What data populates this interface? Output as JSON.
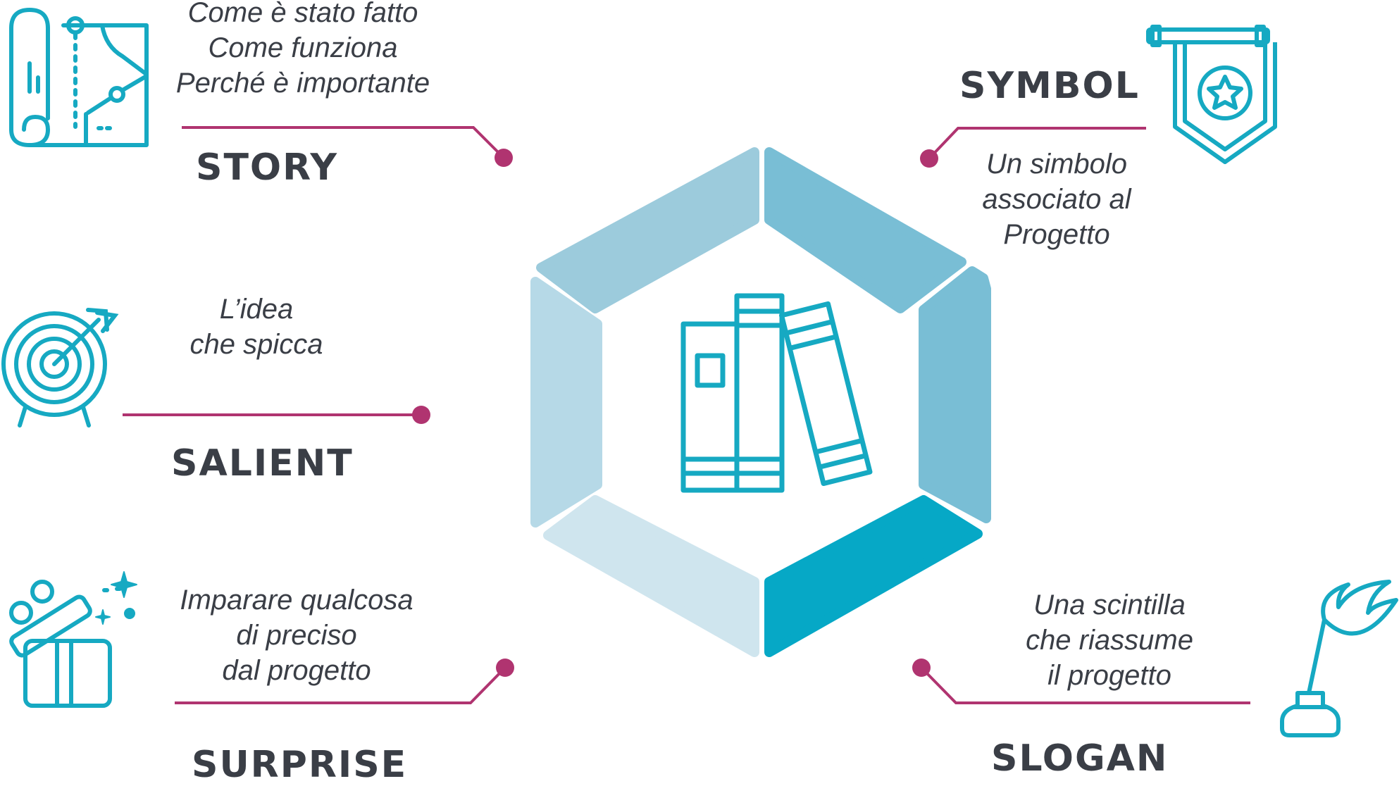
{
  "colors": {
    "icon": "#16a9c2",
    "connector": "#b03470",
    "text": "#3a3e46",
    "segment_top_left": "#9ccbdc",
    "segment_top_right": "#79bed5",
    "segment_right": "#79bed5",
    "segment_bottom_right": "#06a8c6",
    "segment_bottom_left": "#cfe5ee",
    "segment_left": "#b6d9e7"
  },
  "center": {
    "icon": "books-icon"
  },
  "items": {
    "story": {
      "title": "STORY",
      "lines": [
        "Come è stato fatto",
        "Come funziona",
        "Perché è importante"
      ],
      "icon": "map-icon"
    },
    "salient": {
      "title": "SALIENT",
      "lines": [
        "L’idea",
        "che spicca"
      ],
      "icon": "target-icon"
    },
    "surprise": {
      "title": "SURPRISE",
      "lines": [
        "Imparare qualcosa",
        "di preciso",
        "dal progetto"
      ],
      "icon": "gift-box-icon"
    },
    "symbol": {
      "title": "SYMBOL",
      "lines": [
        "Un simbolo",
        "associato al",
        "Progetto"
      ],
      "icon": "banner-star-icon"
    },
    "slogan": {
      "title": "SLOGAN",
      "lines": [
        "Una scintilla",
        "che riassume",
        "il progetto"
      ],
      "icon": "quill-ink-icon"
    }
  }
}
